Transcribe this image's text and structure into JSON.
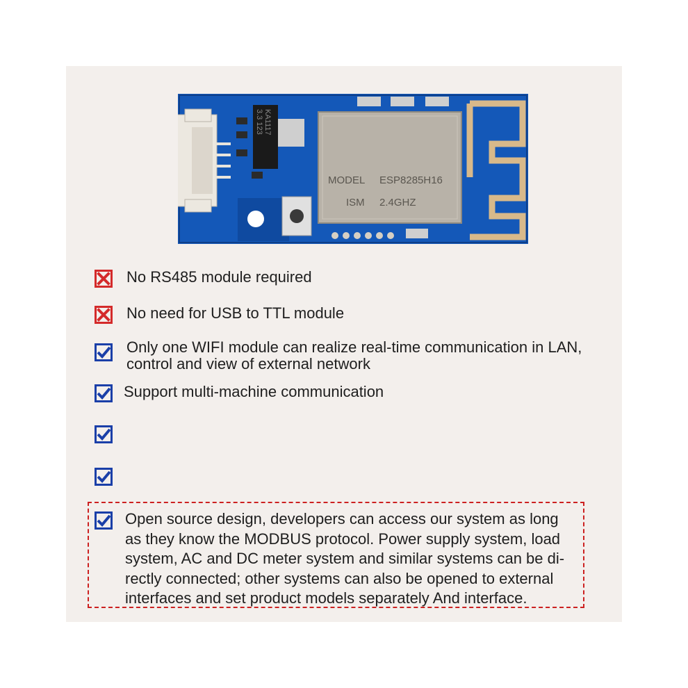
{
  "module": {
    "model_label": "MODEL",
    "model_value": "ESP8285H16",
    "ism_label": "ISM",
    "ism_value": "2.4GHZ",
    "regulator_text": "KA1117",
    "regulator_code": "3.3 123"
  },
  "features": [
    {
      "mark": "cross",
      "text": "No RS485 module required"
    },
    {
      "mark": "cross",
      "text": "No need for USB to TTL module"
    },
    {
      "mark": "check",
      "text": "Only one WIFI module can realize real-time communication in LAN, control and view of external network"
    },
    {
      "mark": "check",
      "text": "Support multi-machine communication"
    },
    {
      "mark": "check",
      "text": ""
    },
    {
      "mark": "check",
      "text": ""
    }
  ],
  "highlight": {
    "mark": "check",
    "text": "Open source design, developers can access our system as long as they know the MODBUS protocol. Power supply system, load system, AC and DC meter system and similar systems can be di-rectly connected; other systems can also be opened to external interfaces and set product models separately And interface."
  },
  "colors": {
    "cross": "#d42a2a",
    "check": "#1a3fa8",
    "pcb": "#1458b8",
    "shield": "#b8b2a8",
    "antenna": "#d8b98a",
    "highlight_border": "#cc2020"
  }
}
